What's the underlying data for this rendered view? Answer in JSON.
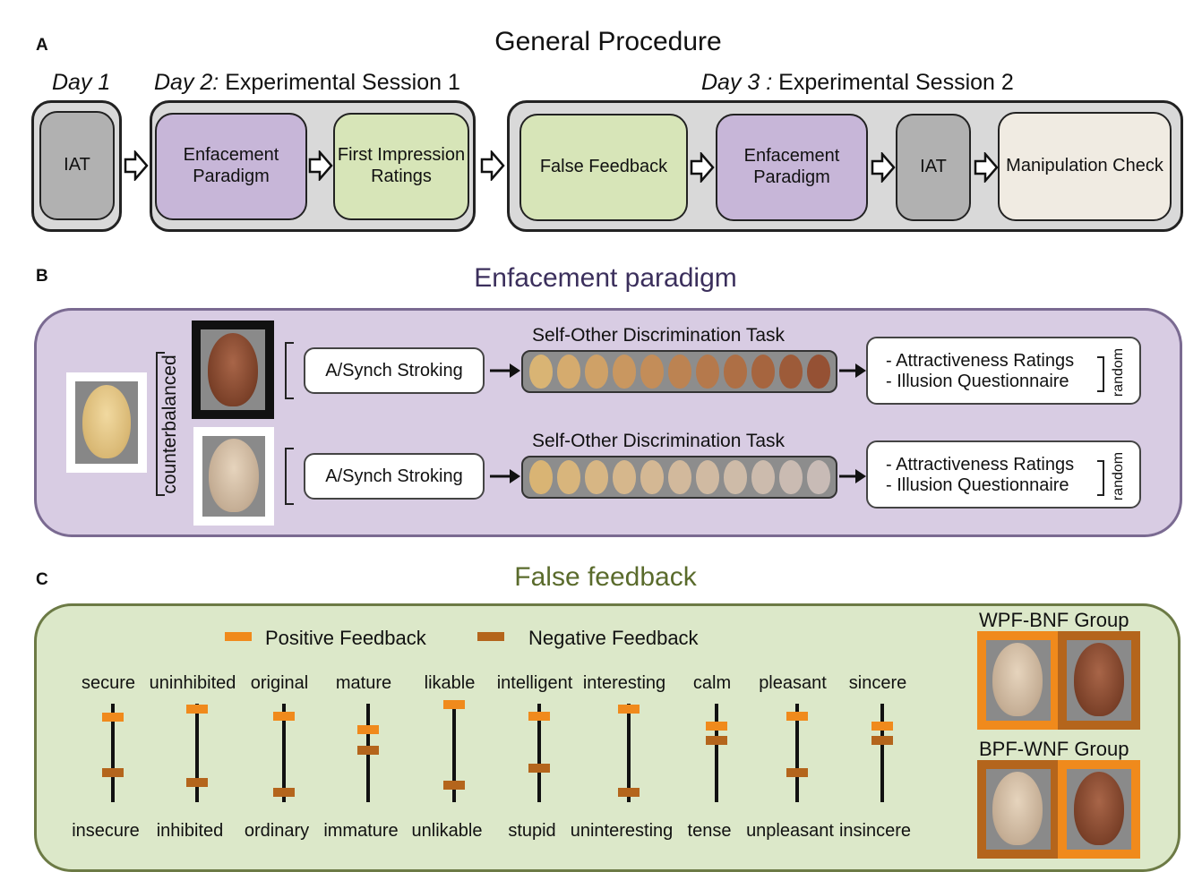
{
  "panel_a": {
    "letter": "A",
    "title": "General Procedure",
    "day1": {
      "prefix": "Day 1",
      "suffix": ""
    },
    "day2": {
      "prefix": "Day 2:",
      "suffix": " Experimental Session 1"
    },
    "day3": {
      "prefix": "Day 3 :",
      "suffix": " Experimental Session 2"
    },
    "boxes": {
      "iat1": "IAT",
      "enfacement1": "Enfacement Paradigm",
      "first_impression": "First Impression Ratings",
      "false_feedback": "False Feedback",
      "enfacement2": "Enfacement Paradigm",
      "iat2": "IAT",
      "manipulation_check": "Manipulation Check"
    }
  },
  "panel_b": {
    "letter": "B",
    "title": "Enfacement paradigm",
    "counterbalanced": "counterbalanced",
    "rows": [
      {
        "task_label": "Self-Other Discrimination Task",
        "stroking": "A/Synch Stroking",
        "ratings": [
          "- Attractiveness Ratings",
          "- Illusion Questionnaire"
        ],
        "random": "random"
      },
      {
        "task_label": "Self-Other Discrimination Task",
        "stroking": "A/Synch Stroking",
        "ratings": [
          "- Attractiveness Ratings",
          "- Illusion Questionnaire"
        ],
        "random": "random"
      }
    ]
  },
  "panel_c": {
    "letter": "C",
    "title": "False feedback",
    "legend": {
      "positive": "Positive Feedback",
      "negative": "Negative Feedback"
    },
    "colors": {
      "positive": "#f08a1c",
      "negative": "#b4651c"
    },
    "scales": [
      {
        "top": "secure",
        "bottom": "insecure",
        "positive": 0.86,
        "negative": 0.3
      },
      {
        "top": "uninhibited",
        "bottom": "inhibited",
        "positive": 0.95,
        "negative": 0.2
      },
      {
        "top": "original",
        "bottom": "ordinary",
        "positive": 0.87,
        "negative": 0.1
      },
      {
        "top": "mature",
        "bottom": "immature",
        "positive": 0.74,
        "negative": 0.53
      },
      {
        "top": "likable",
        "bottom": "unlikable",
        "positive": 0.99,
        "negative": 0.17
      },
      {
        "top": "intelligent",
        "bottom": "stupid",
        "positive": 0.87,
        "negative": 0.35
      },
      {
        "top": "interesting",
        "bottom": "uninteresting",
        "positive": 0.95,
        "negative": 0.1
      },
      {
        "top": "calm",
        "bottom": "tense",
        "positive": 0.77,
        "negative": 0.63
      },
      {
        "top": "pleasant",
        "bottom": "unpleasant",
        "positive": 0.87,
        "negative": 0.3
      },
      {
        "top": "sincere",
        "bottom": "insincere",
        "positive": 0.77,
        "negative": 0.63
      }
    ],
    "groups": [
      {
        "label": "WPF-BNF Group"
      },
      {
        "label": "BPF-WNF Group"
      }
    ]
  }
}
